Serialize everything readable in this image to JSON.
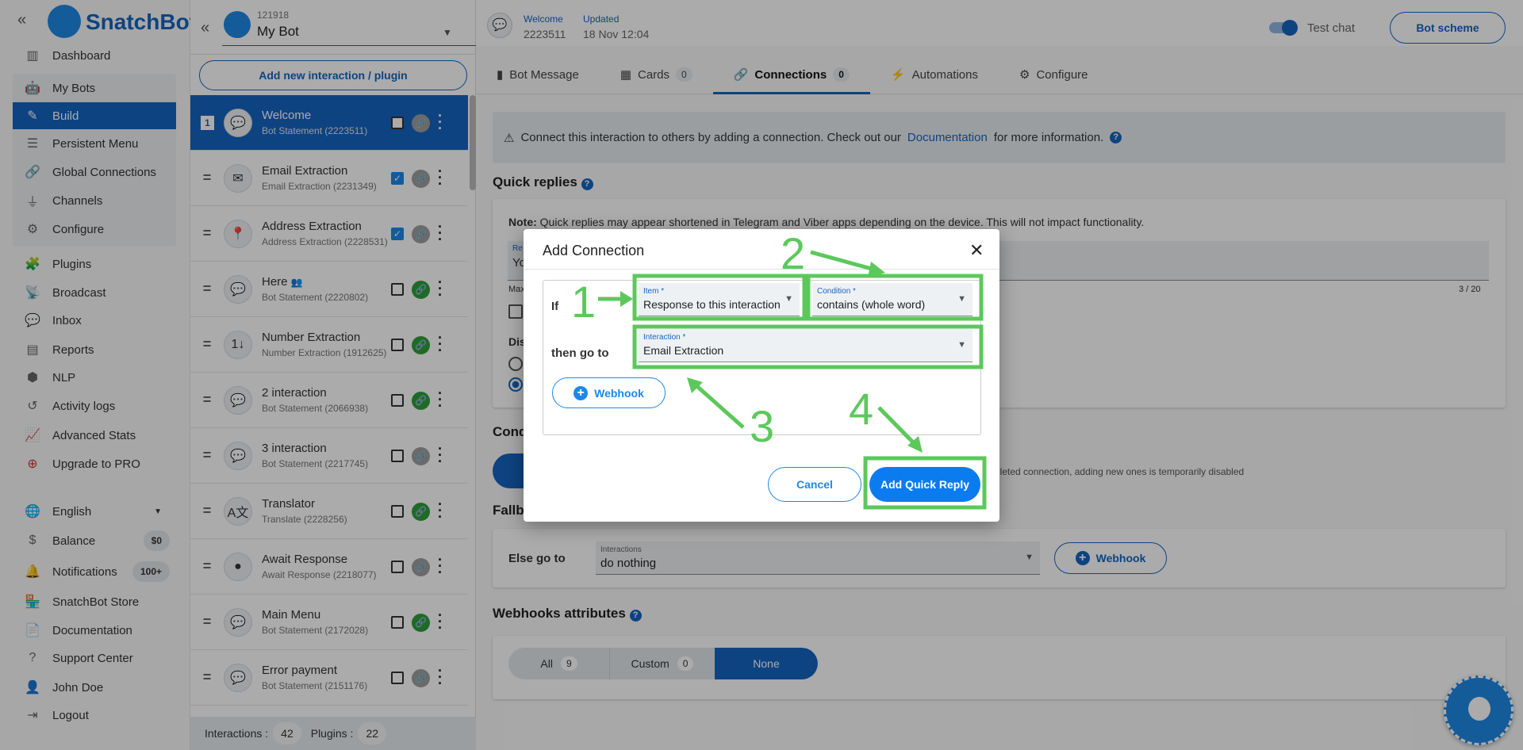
{
  "sidebar": {
    "brand": "SnatchBot",
    "items": [
      {
        "label": "Dashboard",
        "icon": "dashboard-icon"
      },
      {
        "label": "My Bots",
        "icon": "robot-icon"
      },
      {
        "label": "Build",
        "icon": "pencil-icon"
      },
      {
        "label": "Persistent Menu",
        "icon": "menu-icon"
      },
      {
        "label": "Global Connections",
        "icon": "link-icon"
      },
      {
        "label": "Channels",
        "icon": "plug-icon"
      },
      {
        "label": "Configure",
        "icon": "gear-icon"
      },
      {
        "label": "Plugins",
        "icon": "puzzle-icon"
      },
      {
        "label": "Broadcast",
        "icon": "broadcast-icon"
      },
      {
        "label": "Inbox",
        "icon": "chat-icon"
      },
      {
        "label": "Reports",
        "icon": "chart-icon"
      },
      {
        "label": "NLP",
        "icon": "cubes-icon"
      },
      {
        "label": "Activity logs",
        "icon": "history-icon"
      },
      {
        "label": "Advanced Stats",
        "icon": "line-chart-icon"
      },
      {
        "label": "Upgrade to PRO",
        "icon": "plus-circle-icon"
      }
    ],
    "bottom": [
      {
        "label": "English",
        "icon": "globe-icon"
      },
      {
        "label": "Balance",
        "icon": "dollar-icon",
        "badge": "$0"
      },
      {
        "label": "Notifications",
        "icon": "bell-icon",
        "badge": "100+"
      },
      {
        "label": "SnatchBot Store",
        "icon": "store-icon"
      },
      {
        "label": "Documentation",
        "icon": "document-icon"
      },
      {
        "label": "Support Center",
        "icon": "help-icon"
      },
      {
        "label": "John Doe",
        "icon": "user-icon"
      },
      {
        "label": "Logout",
        "icon": "logout-icon"
      }
    ]
  },
  "bot": {
    "id": "121918",
    "name": "My Bot"
  },
  "list": {
    "add_label": "Add new interaction / plugin",
    "items": [
      {
        "title": "Welcome",
        "sub": "Bot Statement (2223511)",
        "num": "1",
        "checked": false,
        "linked": false,
        "icon": "speech-bubble-icon",
        "selected": true
      },
      {
        "title": "Email Extraction",
        "sub": "Email Extraction (2231349)",
        "checked": true,
        "linked": false,
        "icon": "envelope-icon"
      },
      {
        "title": "Address Extraction",
        "sub": "Address Extraction (2228531)",
        "checked": true,
        "linked": false,
        "icon": "map-pin-icon"
      },
      {
        "title": "Here",
        "sub": "Bot Statement (2220802)",
        "checked": false,
        "linked": true,
        "icon": "speech-bubble-icon",
        "extra": "group-icon"
      },
      {
        "title": "Number Extraction",
        "sub": "Number Extraction (1912625)",
        "checked": false,
        "linked": true,
        "icon": "number-icon"
      },
      {
        "title": "2 interaction",
        "sub": "Bot Statement (2066938)",
        "checked": false,
        "linked": true,
        "icon": "speech-bubble-icon"
      },
      {
        "title": "3 interaction",
        "sub": "Bot Statement (2217745)",
        "checked": false,
        "linked": false,
        "icon": "speech-bubble-icon"
      },
      {
        "title": "Translator",
        "sub": "Translate (2228256)",
        "checked": false,
        "linked": true,
        "icon": "translate-icon"
      },
      {
        "title": "Await Response",
        "sub": "Await Response (2218077)",
        "checked": false,
        "linked": false,
        "icon": "user-circle-icon"
      },
      {
        "title": "Main Menu",
        "sub": "Bot Statement (2172028)",
        "checked": false,
        "linked": true,
        "icon": "speech-bubble-icon"
      },
      {
        "title": "Error payment",
        "sub": "Bot Statement (2151176)",
        "checked": false,
        "linked": false,
        "icon": "speech-bubble-icon"
      }
    ],
    "footer": {
      "interactions_label": "Interactions :",
      "interactions": "42",
      "plugins_label": "Plugins :",
      "plugins": "22"
    }
  },
  "header": {
    "welcome_label": "Welcome",
    "id": "2223511",
    "updated_label": "Updated",
    "updated": "18 Nov 12:04",
    "test_chat": "Test chat",
    "bot_scheme": "Bot scheme"
  },
  "tabs": [
    {
      "label": "Bot Message"
    },
    {
      "label": "Cards",
      "count": "0"
    },
    {
      "label": "Connections",
      "count": "0"
    },
    {
      "label": "Automations"
    },
    {
      "label": "Configure"
    }
  ],
  "banner": {
    "pre": "Connect this interaction to others by adding a connection. Check out our",
    "link": "Documentation",
    "post": "for more information."
  },
  "quick_replies": {
    "title": "Quick replies",
    "note_bold": "Note:",
    "note": "Quick replies may appear shortened in Telegram and Viber apps depending on the device. This will not impact functionality.",
    "field_label_frag": "Re",
    "field_value_frag": "Yo",
    "max_frag": "Max",
    "counter": "3 / 20",
    "dis_frag": "Dis"
  },
  "conditions": {
    "title_frag": "Cond",
    "disabled_note": "mpleted connection, adding new ones is temporarily disabled"
  },
  "fallback": {
    "title_frag": "Fallb",
    "else_label": "Else go to",
    "select_label": "Interactions",
    "select_value": "do nothing",
    "webhook": "Webhook"
  },
  "webhooks": {
    "title": "Webhooks attributes",
    "segments": [
      {
        "label": "All",
        "count": "9"
      },
      {
        "label": "Custom",
        "count": "0"
      },
      {
        "label": "None"
      }
    ]
  },
  "modal": {
    "title": "Add Connection",
    "if_label": "If",
    "item_label": "Item *",
    "item_value": "Response to this interaction",
    "condition_label": "Condition *",
    "condition_value": "contains (whole word)",
    "then_label": "then go to",
    "interaction_label": "Interaction *",
    "interaction_value": "Email Extraction",
    "webhook": "Webhook",
    "cancel": "Cancel",
    "submit": "Add Quick Reply"
  },
  "annotations": {
    "steps": [
      "1",
      "2",
      "3",
      "4"
    ],
    "color": "#5cc85c"
  }
}
